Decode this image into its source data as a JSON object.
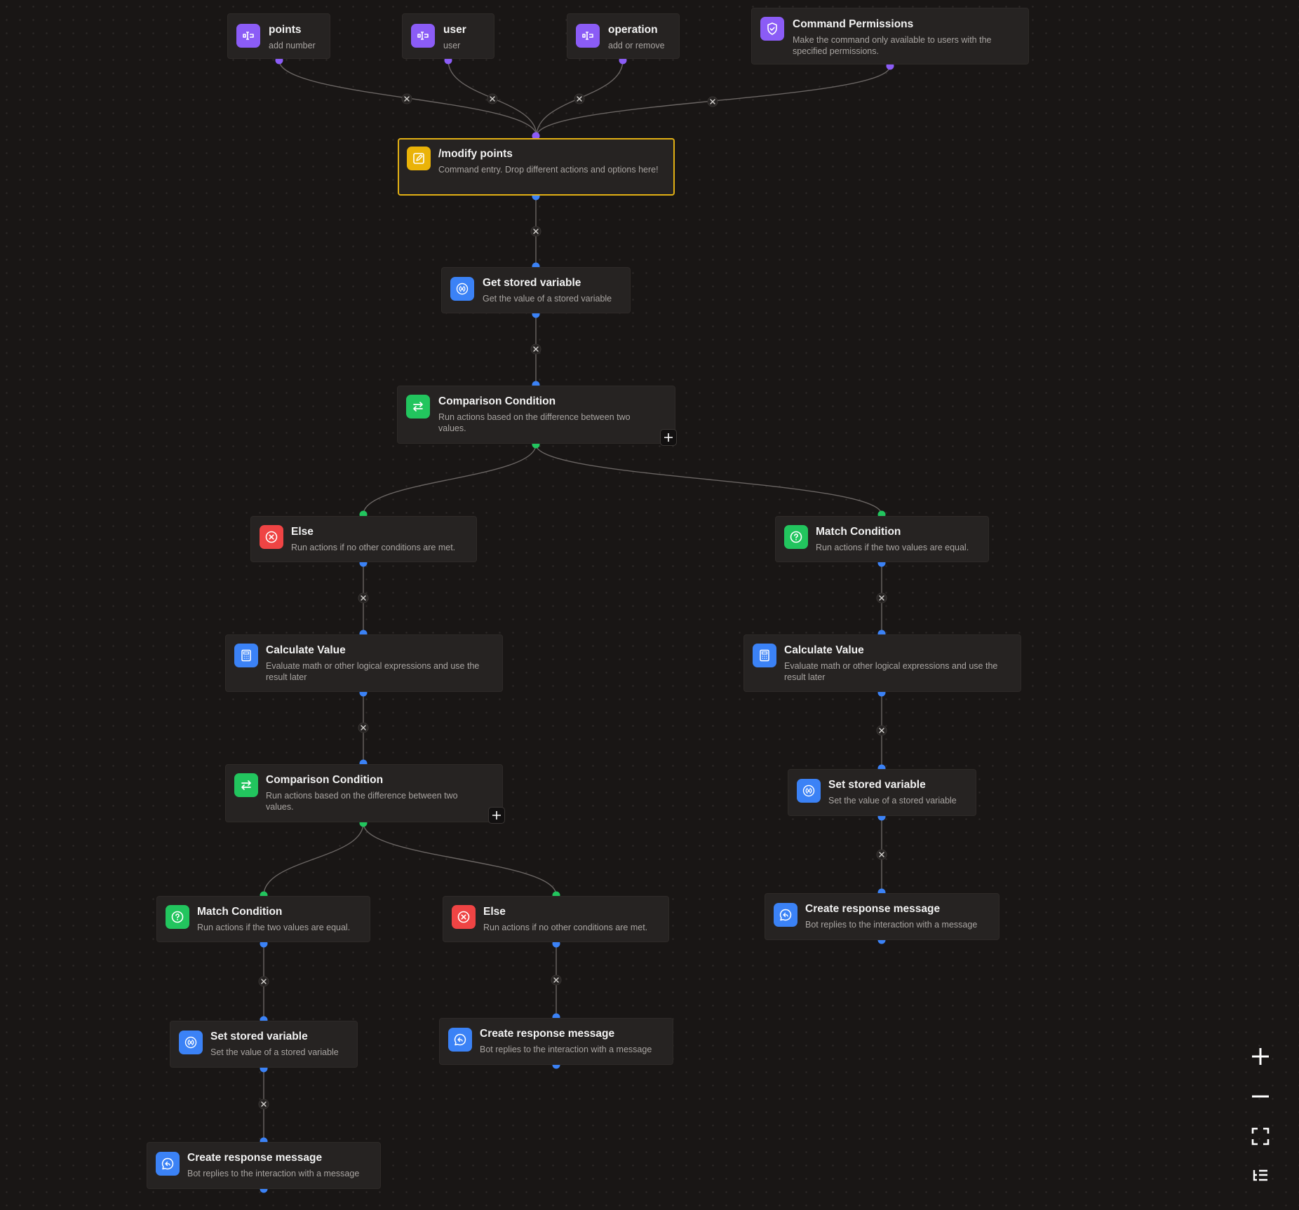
{
  "canvas": {
    "colors": {
      "background": "#191615",
      "node_bg": "#262322",
      "edge": "#6a6563",
      "purple": "#8b5cf6",
      "blue": "#3b82f6",
      "green": "#22c55e",
      "red": "#ef4444",
      "yellow": "#eab308"
    }
  },
  "nodes": {
    "points": {
      "title": "points",
      "desc": "add number",
      "icon": "option-icon"
    },
    "user": {
      "title": "user",
      "desc": "user",
      "icon": "option-icon"
    },
    "operation": {
      "title": "operation",
      "desc": "add or remove",
      "icon": "option-icon"
    },
    "permissions": {
      "title": "Command Permissions",
      "desc": "Make the command only available to users with the specified permissions.",
      "icon": "shield-icon"
    },
    "command": {
      "title": "/modify points",
      "desc": "Command entry. Drop different actions and options here!",
      "icon": "edit-icon"
    },
    "get_var": {
      "title": "Get stored variable",
      "desc": "Get the value of a stored variable",
      "icon": "variable-icon"
    },
    "cmp1": {
      "title": "Comparison Condition",
      "desc": "Run actions based on the difference between two values.",
      "icon": "swap-arrows-icon"
    },
    "else1": {
      "title": "Else",
      "desc": "Run actions if no other conditions are met.",
      "icon": "x-circle-icon"
    },
    "match1": {
      "title": "Match Condition",
      "desc": "Run actions if the two values are equal.",
      "icon": "question-icon"
    },
    "calc_left": {
      "title": "Calculate Value",
      "desc": "Evaluate math or other logical expressions and use the result later",
      "icon": "calculator-icon"
    },
    "calc_right": {
      "title": "Calculate Value",
      "desc": "Evaluate math or other logical expressions and use the result later",
      "icon": "calculator-icon"
    },
    "cmp2": {
      "title": "Comparison Condition",
      "desc": "Run actions based on the difference between two values.",
      "icon": "swap-arrows-icon"
    },
    "set_right": {
      "title": "Set stored variable",
      "desc": "Set the value of a stored variable",
      "icon": "variable-icon"
    },
    "resp_right": {
      "title": "Create response message",
      "desc": "Bot replies to the interaction with a message",
      "icon": "message-icon"
    },
    "match2": {
      "title": "Match Condition",
      "desc": "Run actions if the two values are equal.",
      "icon": "question-icon"
    },
    "else2": {
      "title": "Else",
      "desc": "Run actions if no other conditions are met.",
      "icon": "x-circle-icon"
    },
    "set_left": {
      "title": "Set stored variable",
      "desc": "Set the value of a stored variable",
      "icon": "variable-icon"
    },
    "resp_mid": {
      "title": "Create response message",
      "desc": "Bot replies to the interaction with a message",
      "icon": "message-icon"
    },
    "resp_left": {
      "title": "Create response message",
      "desc": "Bot replies to the interaction with a message",
      "icon": "message-icon"
    }
  },
  "controls": [
    {
      "name": "zoom-in-button",
      "icon": "plus-icon"
    },
    {
      "name": "zoom-out-button",
      "icon": "minus-icon"
    },
    {
      "name": "fit-view-button",
      "icon": "fullscreen-icon"
    },
    {
      "name": "outline-button",
      "icon": "list-tree-icon"
    }
  ]
}
